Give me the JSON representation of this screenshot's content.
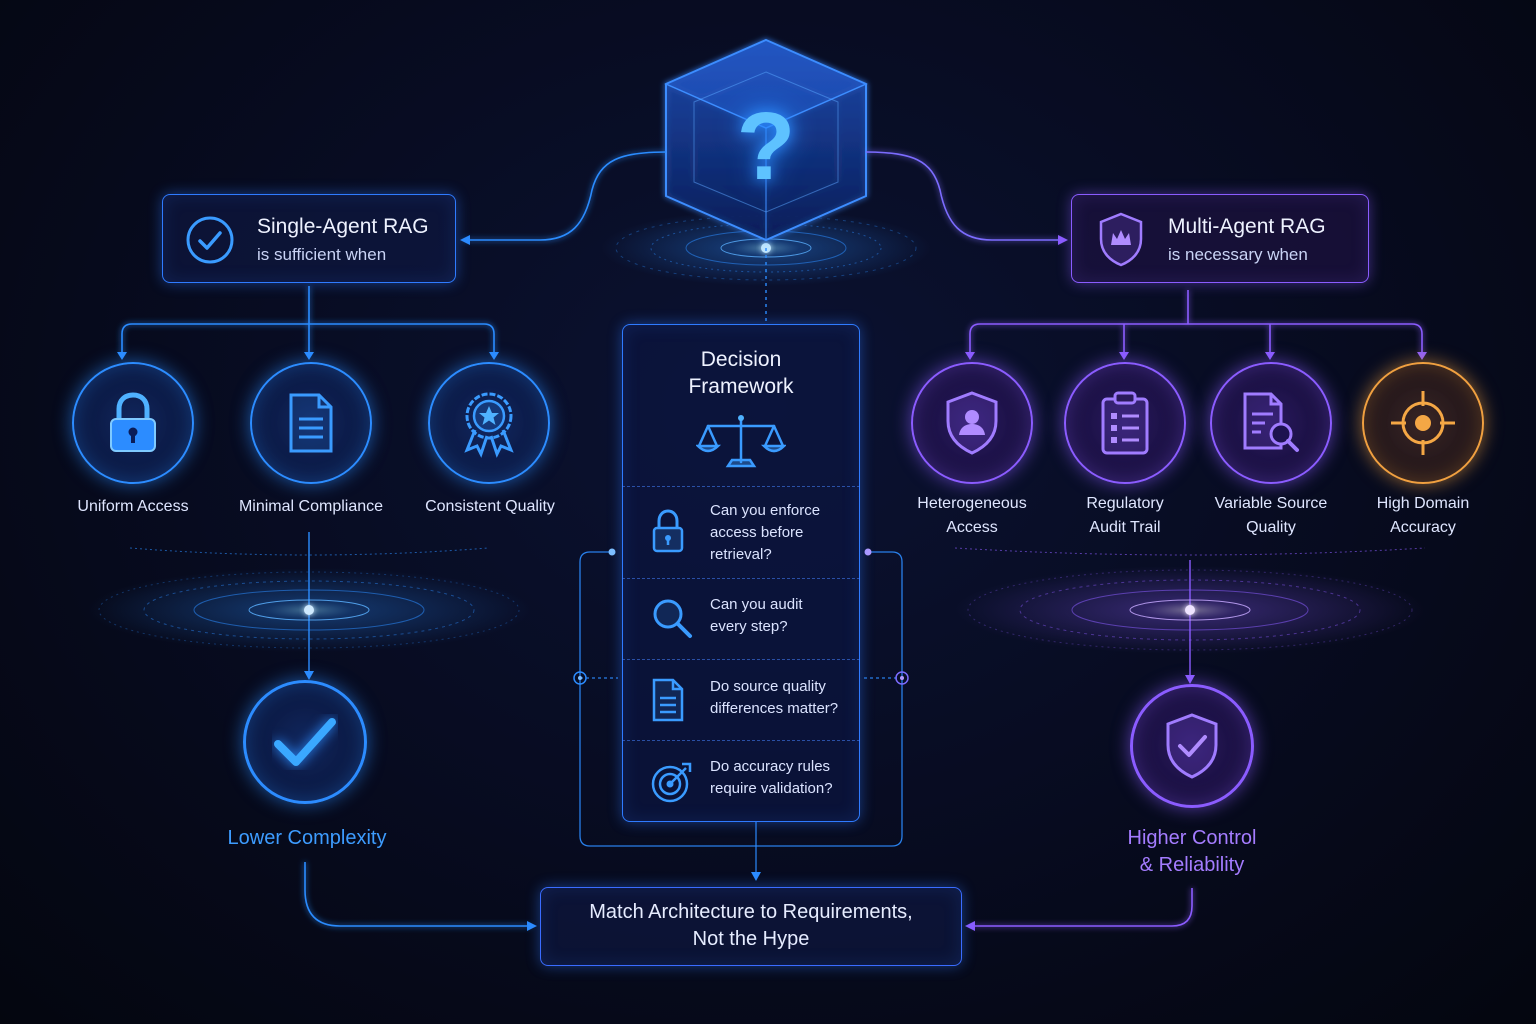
{
  "center": {
    "symbol": "?",
    "title_line1": "Decision",
    "title_line2": "Framework"
  },
  "left": {
    "title": "Single-Agent RAG",
    "subtitle": "is sufficient when",
    "items": [
      {
        "label": "Uniform Access",
        "icon": "lock-icon"
      },
      {
        "label": "Minimal Compliance",
        "icon": "document-icon"
      },
      {
        "label": "Consistent Quality",
        "icon": "award-badge-icon"
      }
    ],
    "outcome": "Lower Complexity",
    "accent": "#2c8cff"
  },
  "right": {
    "title": "Multi-Agent RAG",
    "subtitle": "is necessary when",
    "items": [
      {
        "label_line1": "Heterogeneous",
        "label_line2": "Access",
        "icon": "user-shield-icon"
      },
      {
        "label_line1": "Regulatory",
        "label_line2": "Audit Trail",
        "icon": "clipboard-icon"
      },
      {
        "label_line1": "Variable Source",
        "label_line2": "Quality",
        "icon": "document-search-icon"
      },
      {
        "label_line1": "High Domain",
        "label_line2": "Accuracy",
        "icon": "target-icon"
      }
    ],
    "outcome_line1": "Higher Control",
    "outcome_line2": "& Reliability",
    "accent": "#8b5cff"
  },
  "questions": [
    {
      "line1": "Can you enforce",
      "line2": "access before",
      "line3": "retrieval?",
      "icon": "lock-icon"
    },
    {
      "line1": "Can you audit",
      "line2": "every step?",
      "icon": "magnifier-icon"
    },
    {
      "line1": "Do source quality",
      "line2": "differences matter?",
      "icon": "document-icon"
    },
    {
      "line1": "Do accuracy rules",
      "line2": "require validation?",
      "icon": "target-icon"
    }
  ],
  "conclusion": {
    "line1": "Match Architecture to Requirements,",
    "line2": "Not the Hype"
  },
  "colors": {
    "blue": "#2c8cff",
    "purple": "#8b5cff",
    "orange": "#f0a040",
    "background": "#070b1f"
  }
}
